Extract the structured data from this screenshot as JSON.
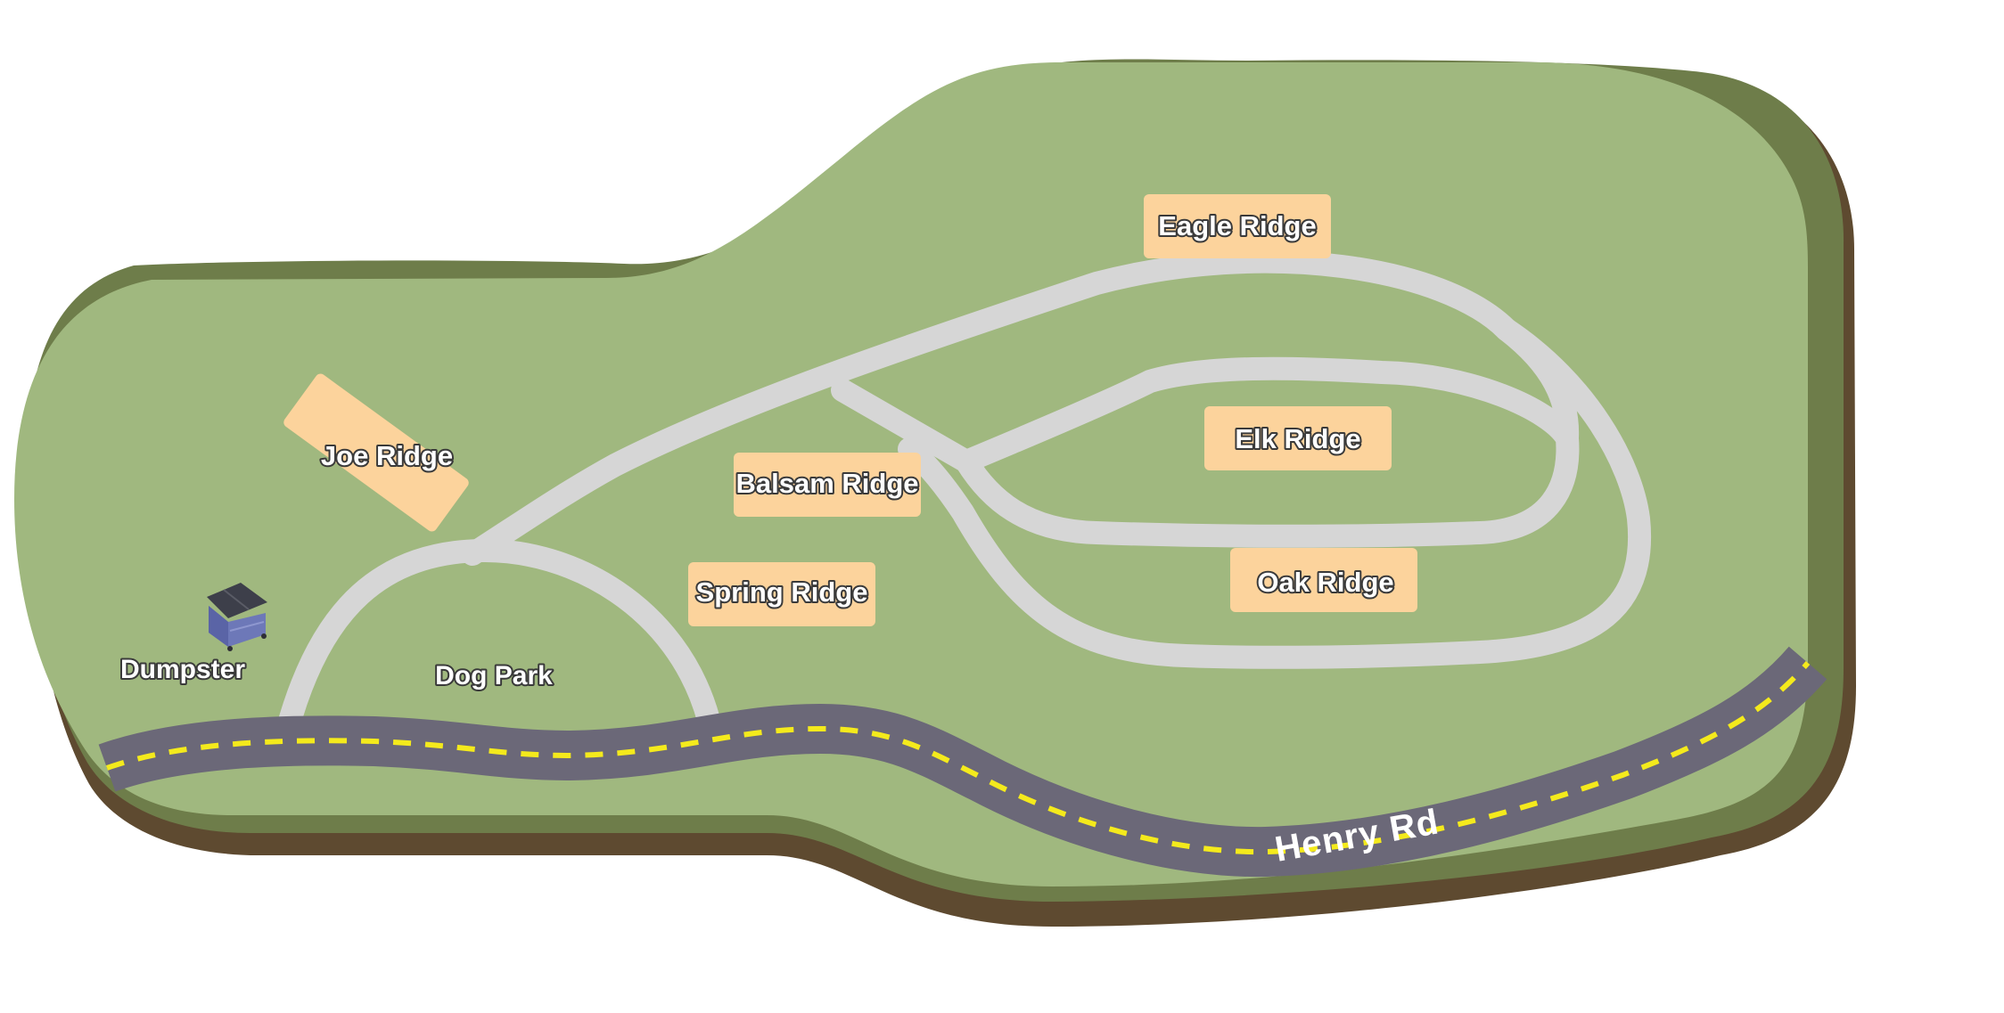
{
  "map": {
    "sites": [
      {
        "id": "eagle",
        "label": "Eagle Ridge"
      },
      {
        "id": "elk",
        "label": "Elk Ridge"
      },
      {
        "id": "oak",
        "label": "Oak Ridge"
      },
      {
        "id": "balsam",
        "label": "Balsam Ridge"
      },
      {
        "id": "spring",
        "label": "Spring Ridge"
      },
      {
        "id": "joe",
        "label": "Joe Ridge"
      }
    ],
    "points_of_interest": {
      "dog_park": "Dog Park",
      "dumpster": "Dumpster"
    },
    "road": {
      "name": "Henry Rd"
    },
    "colors": {
      "grass": "#a0b87f",
      "ground_edge": "#6e7d4a",
      "soil": "#5e4a30",
      "trail": "#d6d6d6",
      "road": "#6b6878",
      "road_center_line": "#f4ea1c",
      "campsite": "#fcd39c",
      "dumpster": "#6d78b8"
    },
    "icons": {
      "dumpster": "dumpster-icon"
    }
  }
}
